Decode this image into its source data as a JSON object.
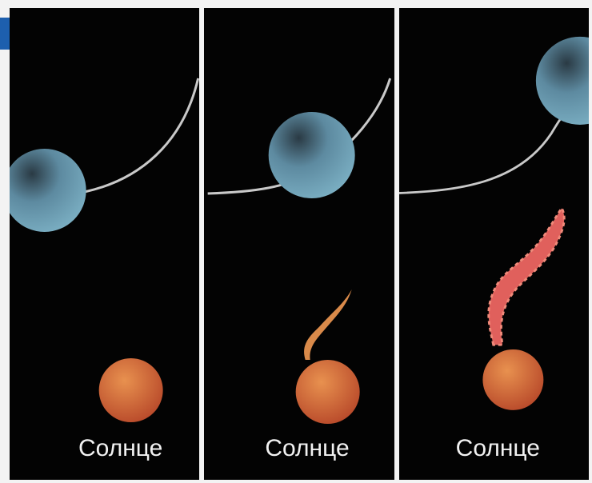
{
  "panels": [
    {
      "id": "panel-1",
      "label": "Солнце",
      "tail": "none"
    },
    {
      "id": "panel-2",
      "label": "Солнце",
      "tail": "small"
    },
    {
      "id": "panel-3",
      "label": "Солнце",
      "tail": "large"
    }
  ],
  "colors": {
    "background": "#030303",
    "planet": "#6f9fb3",
    "sun": "#d26a34",
    "tail_small": "#d98a4a",
    "tail_large": "#e0605c",
    "orbit_line": "#c9c9c9",
    "label": "#f2f2f2",
    "corner_tab": "#1d5fae"
  }
}
